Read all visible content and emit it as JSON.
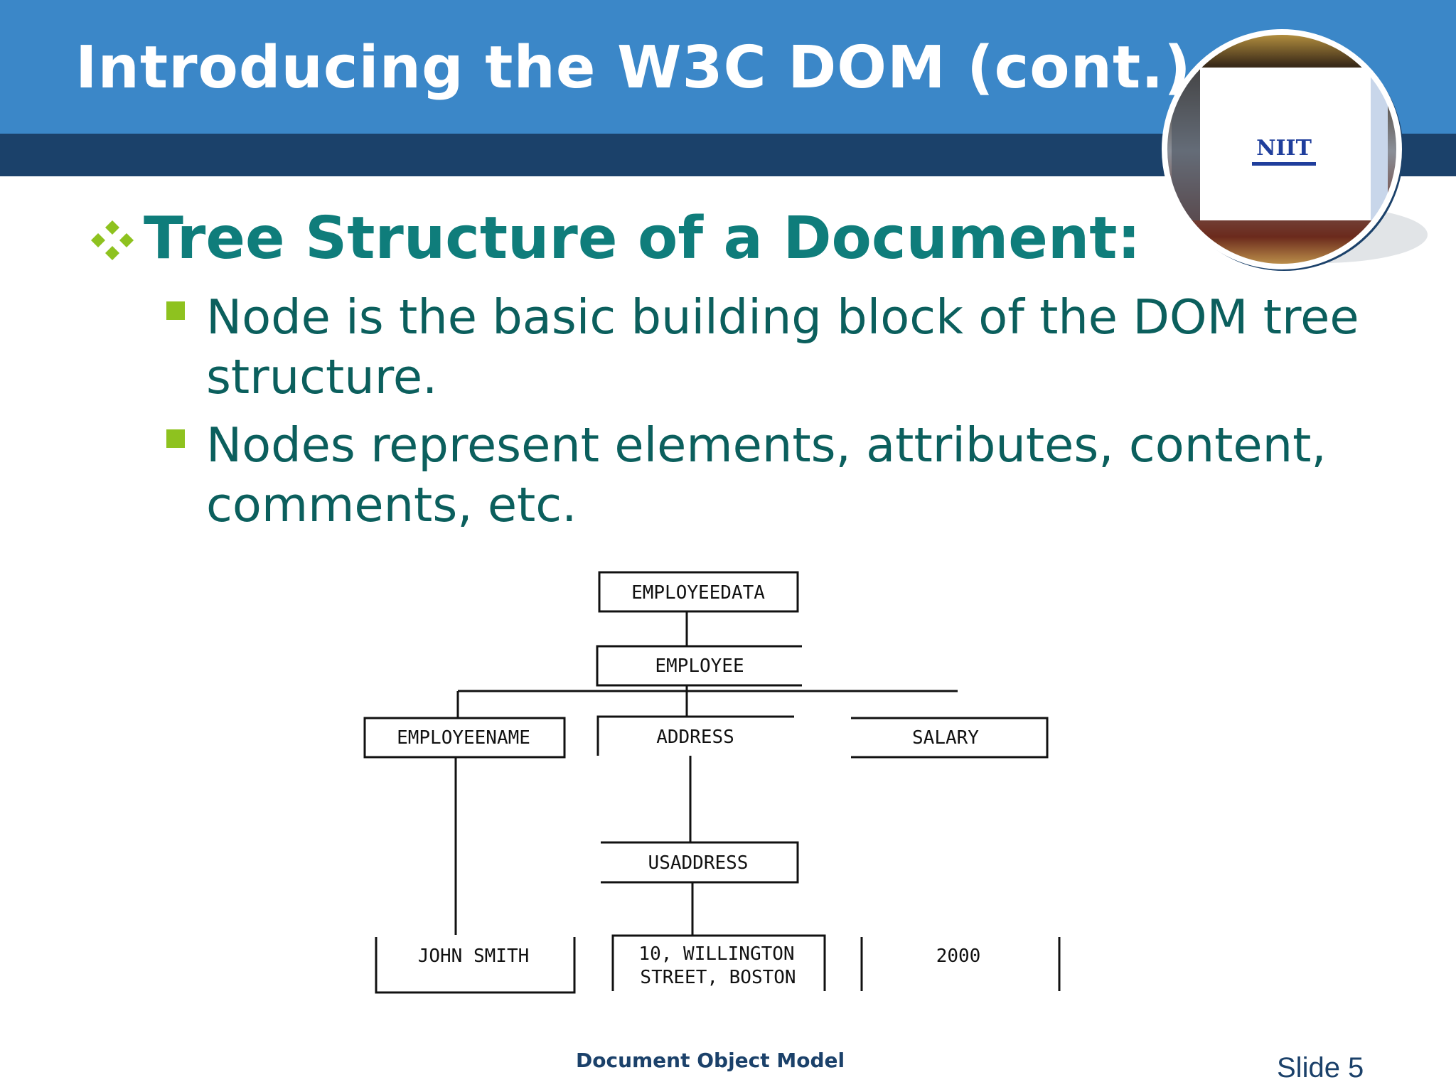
{
  "slide": {
    "title": "Introducing the W3C DOM (cont.)",
    "heading": "Tree Structure of a Document:",
    "bullets": [
      "Node is the basic building block of the DOM tree structure.",
      "Nodes represent elements, attributes, content, comments, etc."
    ],
    "logo_text": "NIIT",
    "heading_icon": "four-diamond-bullet-icon",
    "bullet_icon": "square-bullet-icon"
  },
  "diagram": {
    "nodes": {
      "employeedata": "EMPLOYEEDATA",
      "employee": "EMPLOYEE",
      "employeename": "EMPLOYEENAME",
      "address": "ADDRESS",
      "salary": "SALARY",
      "usaddress": "USADDRESS",
      "john_smith": "JOHN SMITH",
      "street_line1": "10, WILLINGTON",
      "street_line2": "STREET, BOSTON",
      "salary_value": "2000"
    }
  },
  "footer": {
    "title": "Document Object Model",
    "slide_number": "Slide 5"
  },
  "colors": {
    "header_blue": "#3b87c8",
    "header_dark": "#1b416a",
    "heading_teal": "#0f7d7b",
    "bullet_text": "#0b5f5d",
    "bullet_green": "#8ec21f"
  }
}
